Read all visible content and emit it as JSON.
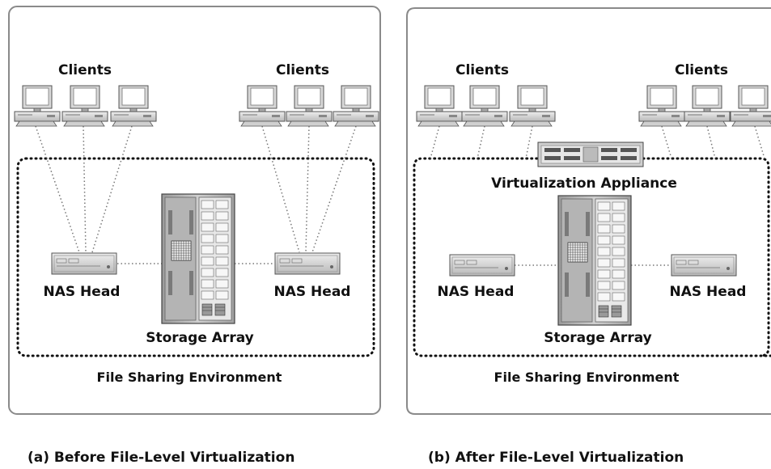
{
  "panel_a": {
    "clients_left": "Clients",
    "clients_right": "Clients",
    "nas_left": "NAS Head",
    "nas_right": "NAS Head",
    "storage": "Storage Array",
    "environment": "File Sharing Environment",
    "caption": "(a) Before File-Level Virtualization"
  },
  "panel_b": {
    "clients_left": "Clients",
    "clients_right": "Clients",
    "appliance": "Virtualization Appliance",
    "nas_left": "NAS Head",
    "nas_right": "NAS Head",
    "storage": "Storage Array",
    "environment": "File Sharing Environment",
    "caption": "(b) After File-Level Virtualization"
  }
}
